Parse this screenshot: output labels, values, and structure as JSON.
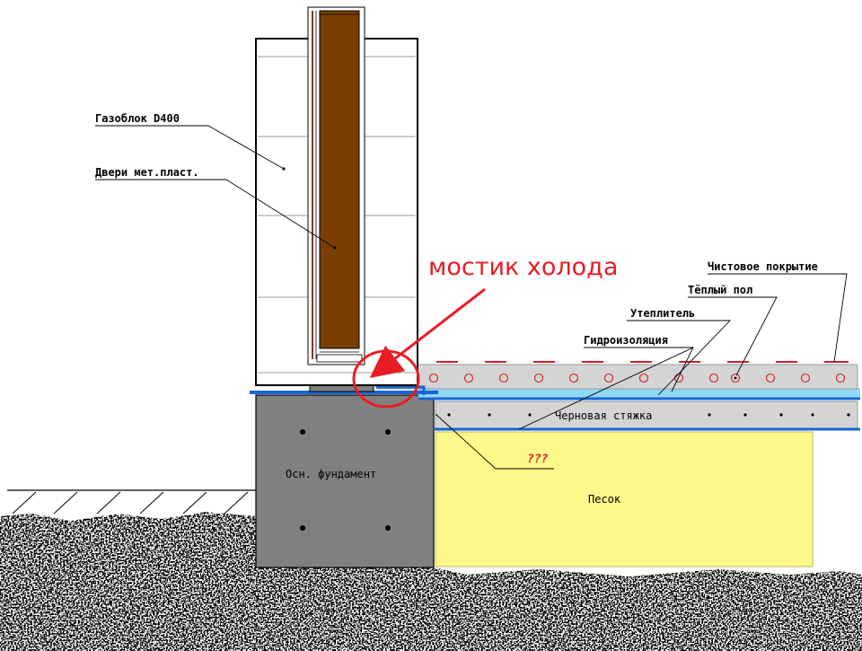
{
  "labels": {
    "gas_block": "Газоблок D400",
    "door": "Двери мет.пласт.",
    "cold_bridge": "мостик холода",
    "finish_cover": "Чистовое покрытие",
    "warm_floor": "Тёплый пол",
    "insulation": "Утеплитель",
    "waterproofing": "Гидроизоляция",
    "rough_screed": "Черновая стяжка",
    "question": "???",
    "foundation": "Осн. фундамент",
    "sand": "Песок"
  },
  "colors": {
    "door_wood": "#7a3f00",
    "foundation": "#808080",
    "screed": "#d4d4d4",
    "waterproof_blue": "#1566d6",
    "insulation_blue": "#8fd8f4",
    "sand": "#fcf88a",
    "highlight_red": "#e81c24"
  }
}
